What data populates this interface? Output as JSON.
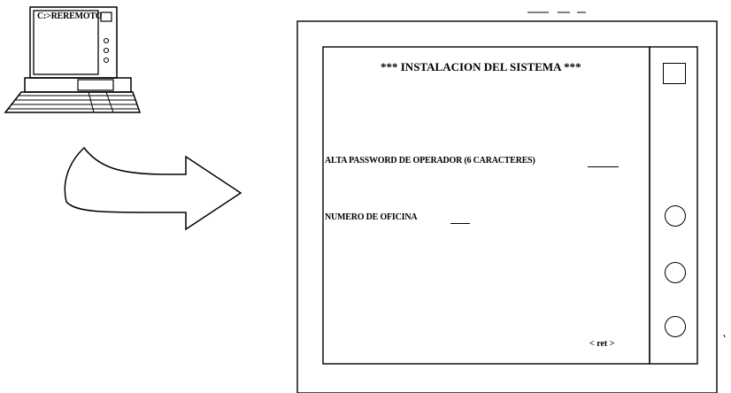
{
  "computer": {
    "prompt": "C:>REREMOTO"
  },
  "screen": {
    "title": "*** INSTALACION DEL SISTEMA ***",
    "fields": [
      {
        "label": "ALTA PASSWORD DE OPERADOR (6 CARACTERES)"
      },
      {
        "label": "NUMERO DE OFICINA"
      }
    ],
    "ret_hint": "< ret >"
  },
  "icons": {
    "computer": "desktop-computer-icon",
    "arrow": "curved-arrow-right-icon",
    "screen_button_square": "square-button-icon",
    "screen_button_round": "round-button-icon"
  }
}
